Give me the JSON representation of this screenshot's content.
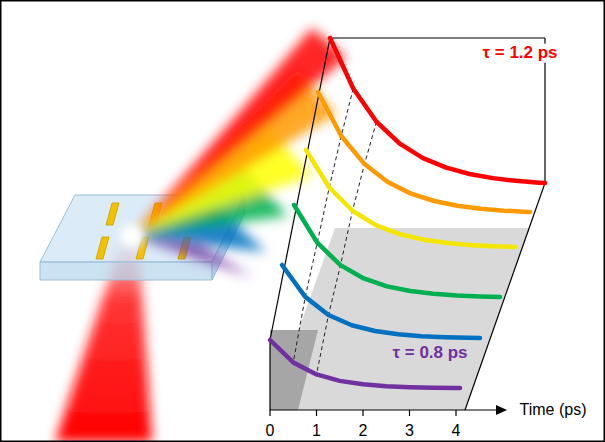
{
  "diagram": {
    "labels": [
      "τ = 1.2 ps",
      "τ = 0.8 ps",
      "0",
      "1",
      "2",
      "3",
      "4",
      "Time (ps)"
    ]
  }
}
